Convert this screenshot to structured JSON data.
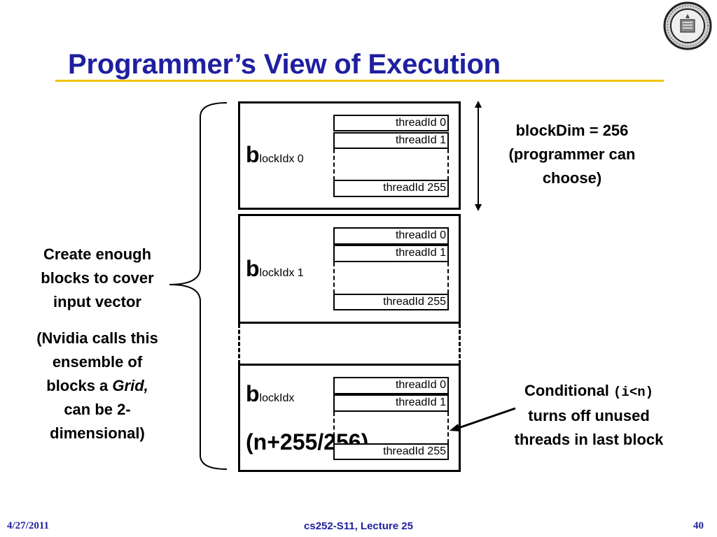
{
  "slide": {
    "title": "Programmer’s View of Execution",
    "footer_date": "4/27/2011",
    "footer_course": "cs252-S11, Lecture 25",
    "footer_page": "40"
  },
  "blocks": [
    {
      "label_big": "b",
      "label_small": "lockIdx 0",
      "threads": [
        "threadId 0",
        "threadId 1",
        "threadId 255"
      ]
    },
    {
      "label_big": "b",
      "label_small": "lockIdx 1",
      "threads": [
        "threadId 0",
        "threadId 1",
        "threadId 255"
      ]
    },
    {
      "label_big": "b",
      "label_small": "lockIdx",
      "label_line2": "(n+255/256)",
      "threads": [
        "threadId 0",
        "threadId 1",
        "threadId 255"
      ]
    }
  ],
  "annotations": {
    "blockdim_line1": "blockDim = 256",
    "blockdim_line2": "(programmer can",
    "blockdim_line3": "choose)",
    "left_line1": "Create enough",
    "left_line2": "blocks to cover",
    "left_line3": "input vector",
    "grid_line1": "(Nvidia calls this",
    "grid_line2": "ensemble of",
    "grid_line3_prefix": "blocks a ",
    "grid_line3_italic": "Grid,",
    "grid_line4": "can be 2-",
    "grid_line5": "dimensional)",
    "cond_prefix": "Conditional ",
    "cond_code": "(i<n)",
    "cond_line2": "turns off unused",
    "cond_line3": "threads in last block"
  },
  "colors": {
    "title": "#1f1fa0",
    "rule": "#f2c200",
    "footer": "#1f1fa0"
  }
}
